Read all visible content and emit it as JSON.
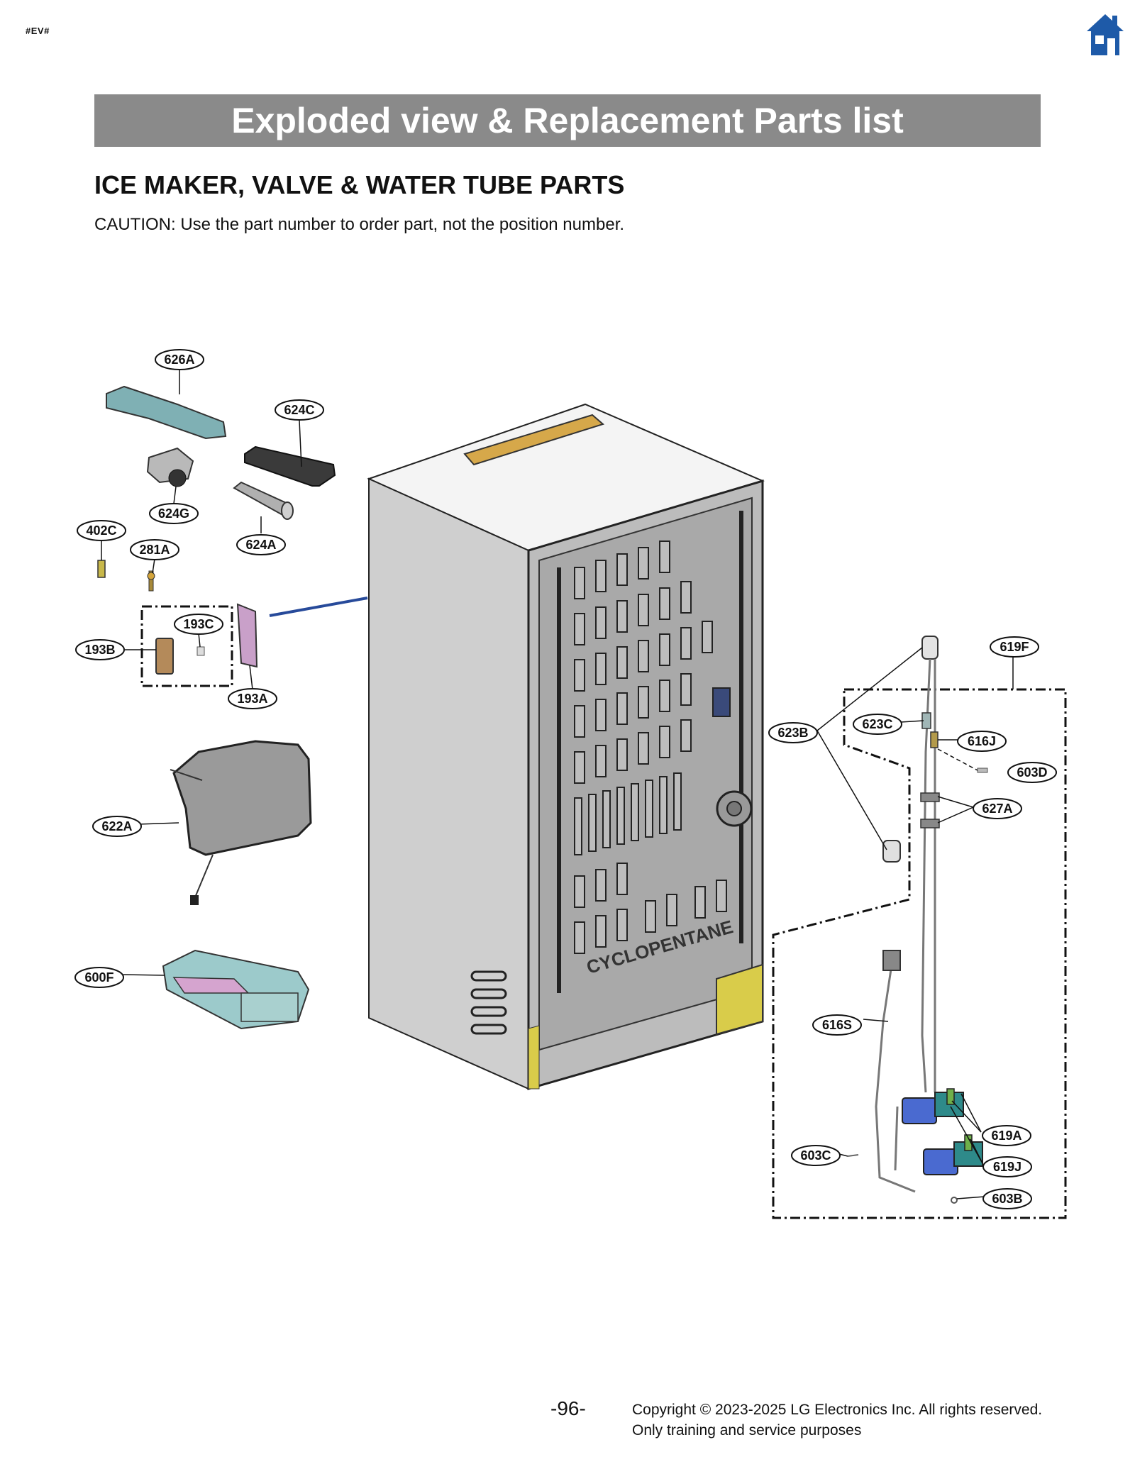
{
  "header": {
    "doc_tag": "#EV#",
    "home_icon": "home-icon",
    "home_color": "#1e5aa8"
  },
  "banner": {
    "title": "Exploded view & Replacement Parts list",
    "background": "#8a8a8a"
  },
  "section": {
    "title": "ICE MAKER, VALVE & WATER TUBE PARTS",
    "caution": "CAUTION: Use the part number to order part, not the position number."
  },
  "callouts": {
    "c626A": "626A",
    "c624C": "624C",
    "c624G": "624G",
    "c402C": "402C",
    "c281A": "281A",
    "c624A": "624A",
    "c193C": "193C",
    "c193B": "193B",
    "c193A": "193A",
    "c622A": "622A",
    "c600F": "600F",
    "c619F": "619F",
    "c623B": "623B",
    "c623C": "623C",
    "c616J": "616J",
    "c603D": "603D",
    "c627A": "627A",
    "c616S": "616S",
    "c603C": "603C",
    "c619A": "619A",
    "c619J": "619J",
    "c603B": "603B"
  },
  "cabinet_label": "CYCLOPENTANE",
  "footer": {
    "page_number": "-96-",
    "copyright_line1": "Copyright © 2023-2025 LG Electronics Inc. All rights reserved.",
    "copyright_line2": "Only training and service purposes"
  }
}
